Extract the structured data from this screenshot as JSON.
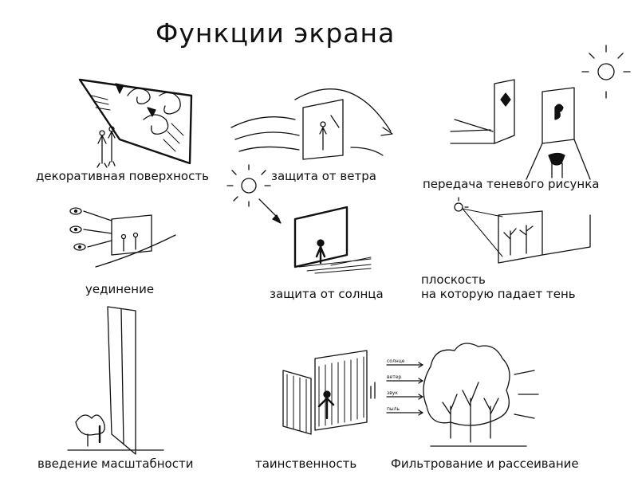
{
  "title": "Функции экрана",
  "labels": {
    "decorative": "декоративная поверхность",
    "wind": "защита от ветра",
    "shadow_pattern": "передача теневого рисунка",
    "solitude": "уединение",
    "sun_protection": "защита от солнца",
    "plane_line1": "плоскость",
    "plane_line2": "на которую падает тень",
    "scale": "введение масштабности",
    "mystery": "таинственность",
    "filtering": "Фильтрование и рассеивание"
  },
  "filter_arrows": [
    "солнце",
    "ветер",
    "звук",
    "пыль"
  ]
}
